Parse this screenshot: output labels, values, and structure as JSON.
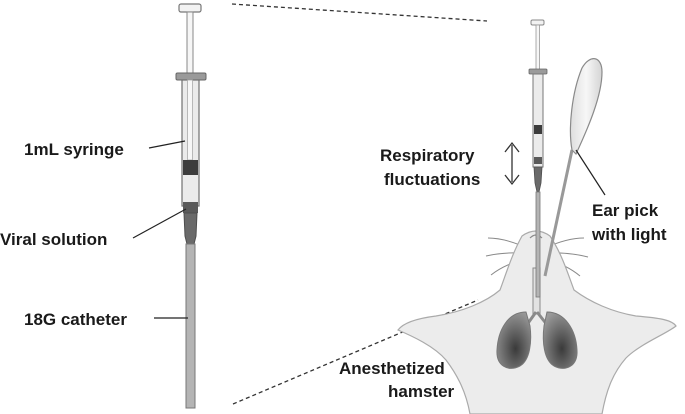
{
  "labels": {
    "syringe": "1mL syringe",
    "viral_solution": "Viral solution",
    "catheter": "18G catheter",
    "respiratory_line1": "Respiratory",
    "respiratory_line2": "fluctuations",
    "ear_pick_line1": "Ear pick",
    "ear_pick_line2": "with light",
    "hamster_line1": "Anesthetized",
    "hamster_line2": "hamster"
  },
  "colors": {
    "outline": "#6e6e6e",
    "barrel_fill": "#ebebeb",
    "plunger_dark": "#3c3c3c",
    "solution": "#5a5a5a",
    "catheter_fill": "#b4b4b4",
    "hamster_fill": "#ececec",
    "lung_dark": "#555555",
    "ear_pick_fill": "#ededed"
  },
  "icons": [
    "double-arrow-icon"
  ]
}
